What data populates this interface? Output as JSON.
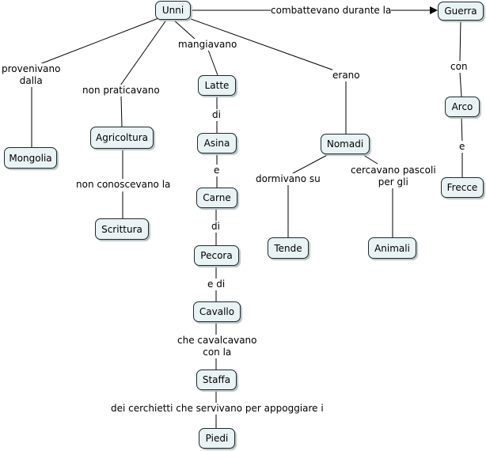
{
  "nodes": {
    "unni": "Unni",
    "guerra": "Guerra",
    "arco": "Arco",
    "frecce": "Frecce",
    "mongolia": "Mongolia",
    "agricoltura": "Agricoltura",
    "scrittura": "Scrittura",
    "latte": "Latte",
    "asina": "Asina",
    "carne": "Carne",
    "pecora": "Pecora",
    "cavallo": "Cavallo",
    "staffa": "Staffa",
    "piedi": "Piedi",
    "nomadi": "Nomadi",
    "tende": "Tende",
    "animali": "Animali"
  },
  "links": {
    "combattevano": "combattevano durante la",
    "con": "con",
    "e_frecce": "e",
    "provenivano": "provenivano\ndalla",
    "non_praticavano": "non praticavano",
    "non_conoscevano": "non conoscevano la",
    "mangiavano": "mangiavano",
    "di_asina": "di",
    "e_carne": "e",
    "di_pecora": "di",
    "e_di": "e di",
    "cavalcavano": "che cavalcavano\ncon la",
    "cerchietti": "dei cerchietti che servivano per appoggiare i",
    "erano": "erano",
    "dormivano": "dormivano su",
    "cercavano": "cercavano pascoli\nper gli"
  },
  "colors": {
    "node_fill": "#e9f3f4",
    "node_border": "#1f2a2e",
    "line": "#000000"
  }
}
